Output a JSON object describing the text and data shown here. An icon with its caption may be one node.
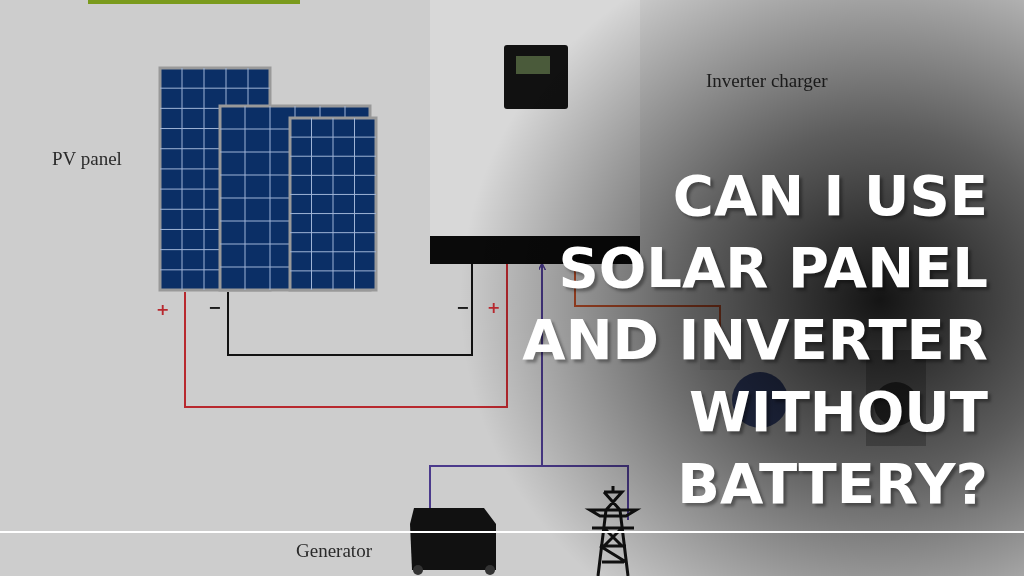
{
  "diagram": {
    "title": "CAN I USE SOLAR PANEL AND INVERTER WITHOUT BATTERY?",
    "nodes": [
      {
        "text": [
          "PV panel"
        ]
      },
      {
        "text": [
          "Inverter charger"
        ]
      },
      {
        "text": [
          "Generator"
        ]
      },
      {
        "text": [],
        "shape": "picture"
      },
      {
        "text": [],
        "shape": "picture"
      }
    ],
    "edges": [
      {
        "from": 0,
        "to": 1,
        "arrow": "none",
        "color": "#b8282e"
      },
      {
        "from": 0,
        "to": 1,
        "arrow": "none",
        "color": "#111111"
      },
      {
        "from": 2,
        "to": 1,
        "arrow": "to",
        "color": "#4b3a8c"
      },
      {
        "from": 3,
        "to": 1,
        "arrow": "to",
        "color": "#4b3a8c"
      },
      {
        "from": 1,
        "to": 4,
        "arrow": "none",
        "color": "#c0502a"
      }
    ],
    "labels": [
      "+",
      "−",
      "−",
      "+"
    ]
  }
}
